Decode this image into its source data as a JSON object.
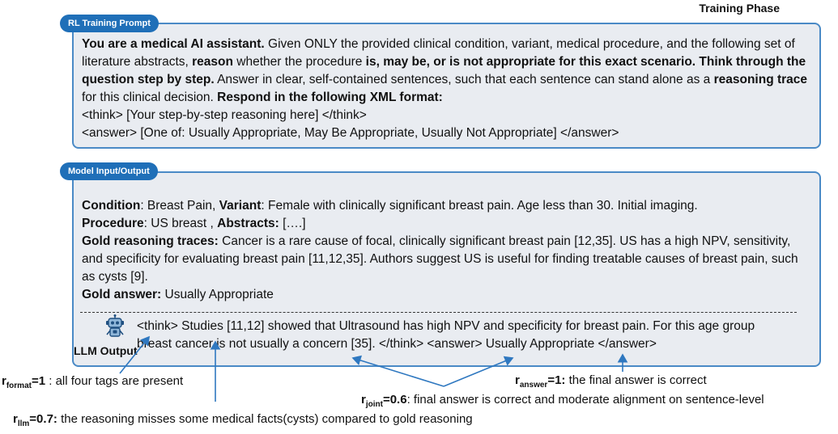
{
  "phase_label": "Training Phase",
  "prompt_box": {
    "tag": "RL Training Prompt",
    "p1_b1": "You are a medical AI assistant.",
    "p1_t1": " Given ONLY the provided clinical condition, variant, medical procedure, and the following set of literature abstracts, ",
    "p1_b2": "reason",
    "p1_t2": " whether the procedure ",
    "p1_b3": "is, may be, or is not appropriate for this exact scenario. Think through the question step by step.",
    "p1_t3": " Answer in clear, self-contained sentences, such that each sentence can stand alone as a ",
    "p1_b4": "reasoning trace",
    "p1_t4": " for this clinical decision. ",
    "p1_b5": "Respond in the following XML format:",
    "line2": "<think> [Your step-by-step reasoning here] </think>",
    "line3": "<answer> [One of: Usually Appropriate, May Be Appropriate, Usually Not Appropriate] </answer>"
  },
  "io_box": {
    "tag": "Model Input/Output",
    "condition_label": "Condition",
    "condition_value": ": Breast Pain, ",
    "variant_label": "Variant",
    "variant_value": ": Female with clinically significant breast pain. Age less than 30. Initial imaging.",
    "procedure_label": "Procedure",
    "procedure_value": ": US breast , ",
    "abstracts_label": "Abstracts:",
    "abstracts_value": " [….]",
    "gold_traces_label": "Gold reasoning traces:",
    "gold_traces_value": " Cancer is a rare cause of focal, clinically significant breast pain [12,35]. US has a high NPV, sensitivity, and specificity for evaluating breast pain [11,12,35]. Authors suggest US is useful for finding treatable causes of breast pain, such as cysts [9].",
    "gold_answer_label": "Gold answer:",
    "gold_answer_value": "  Usually Appropriate",
    "llm_label": "LLM Output",
    "llm_output": "<think> Studies [11,12] showed that Ultrasound has high NPV and specificity for breast pain. For this age group breast cancer is not usually a concern [35]. </think> <answer> Usually Appropriate </answer>"
  },
  "annotations": {
    "format": {
      "r": "r",
      "sub": "format",
      "val": "=1",
      "text": " : all four tags are present"
    },
    "answer": {
      "r": "r",
      "sub": "answer",
      "val": "=1:",
      "text": " the  final answer is correct"
    },
    "joint": {
      "r": "r",
      "sub": "joint",
      "val": "=0.6",
      "text": ": final answer is correct and  moderate alignment on sentence-level"
    },
    "llm": {
      "r": "r",
      "sub": "llm",
      "val": "=0.7:",
      "text": " the reasoning misses some medical facts(cysts) compared to gold reasoning"
    }
  },
  "colors": {
    "accent": "#1f6fb8",
    "border": "#4a8ac6",
    "box_bg": "#e9ecf1"
  },
  "icons": [
    "robot-icon"
  ]
}
